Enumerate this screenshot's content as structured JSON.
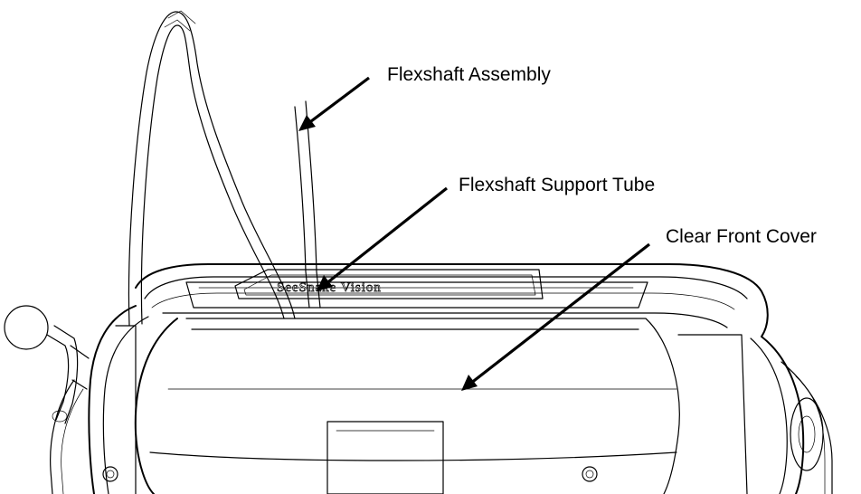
{
  "labels": {
    "flexshaft_assembly": "Flexshaft Assembly",
    "flexshaft_support_tube": "Flexshaft Support Tube",
    "clear_front_cover": "Clear Front Cover"
  },
  "nameplate": {
    "text": "SeeSnake Vision"
  },
  "colors": {
    "line": "#000000",
    "background": "#ffffff"
  }
}
